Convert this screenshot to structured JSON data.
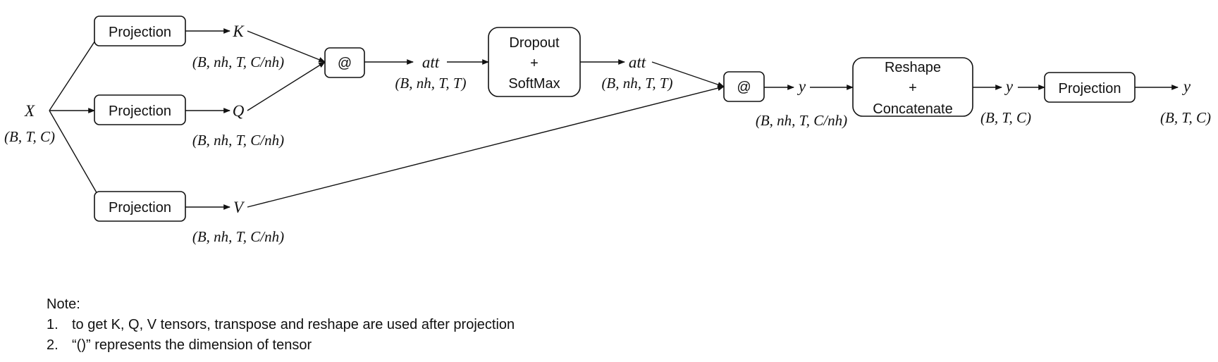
{
  "diagram": {
    "input": {
      "symbol": "X",
      "dims": "(B, T, C)"
    },
    "projection_label": "Projection",
    "branches": {
      "k": {
        "symbol": "K",
        "dims": "(B, nh, T, C/nh)"
      },
      "q": {
        "symbol": "Q",
        "dims": "(B, nh, T, C/nh)"
      },
      "v": {
        "symbol": "V",
        "dims": "(B, nh, T, C/nh)"
      }
    },
    "matmul_label": "@",
    "att": {
      "symbol": "att",
      "dims": "(B, nh, T, T)"
    },
    "dropout_box": {
      "line1": "Dropout",
      "line2": "+",
      "line3": "SoftMax"
    },
    "att2": {
      "symbol": "att",
      "dims": "(B, nh, T, T)"
    },
    "y1": {
      "symbol": "y",
      "dims": "(B, nh, T, C/nh)"
    },
    "reshape_box": {
      "line1": "Reshape",
      "line2": "+",
      "line3": "Concatenate"
    },
    "y2": {
      "symbol": "y",
      "dims": "(B, T, C)"
    },
    "y3": {
      "symbol": "y",
      "dims": "(B, T, C)"
    }
  },
  "notes": {
    "header": "Note:",
    "items": [
      {
        "num": "1.",
        "text": "to get K, Q, V tensors, transpose and reshape are used after projection"
      },
      {
        "num": "2.",
        "text": "“()” represents the dimension of tensor"
      }
    ]
  }
}
